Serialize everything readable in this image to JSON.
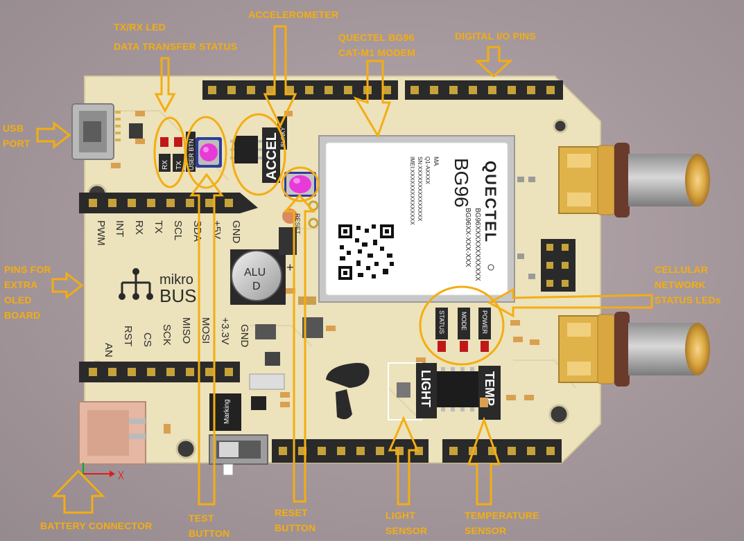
{
  "labels": {
    "usb_port": [
      "USB",
      "PORT"
    ],
    "txrx": [
      "TX/RX LED",
      "DATA TRANSFER STATUS"
    ],
    "accelerometer": "ACCELEROMETER",
    "modem": [
      "QUECTEL BG96",
      "CAT-M1 MODEM"
    ],
    "digital_io": "DIGITAL I/O PINS",
    "pins_extra": [
      "PINS FOR",
      "EXTRA",
      "OLED",
      "BOARD"
    ],
    "cellular": [
      "CELLULAR",
      "NETWORK",
      "STATUS LEDs"
    ],
    "battery": "BATTERY CONNECTOR",
    "test_button": [
      "TEST",
      "BUTTON"
    ],
    "reset_button": [
      "RESET",
      "BUTTON"
    ],
    "light_sensor": [
      "LIGHT",
      "SENSOR"
    ],
    "temp_sensor": [
      "TEMPERATURE",
      "SENSOR"
    ]
  },
  "silkscreen": {
    "rx": "RX",
    "tx": "TX",
    "user_btn": "USER BTN",
    "accel": "ACCEL",
    "blinky": "BLINKY",
    "reset": "RESET",
    "top_header_pins": [
      "PWM",
      "INT",
      "RX",
      "TX",
      "SCL",
      "SDA",
      "+5V",
      "GND"
    ],
    "bottom_header_pins": [
      "AN",
      "RST",
      "CS",
      "SCK",
      "MISO",
      "MOSI",
      "+3.3V",
      "GND"
    ],
    "mikro": "mikro",
    "bus": "BUS",
    "alu": "ALU",
    "alu_d": "D",
    "status": "STATUS",
    "mode": "MODE",
    "power": "POWER",
    "light": "LIGHT",
    "temp": "TEMP",
    "marking": "Marking"
  },
  "modem_chip": {
    "brand": "QUECTEL",
    "model": "BG96",
    "line1": "BG96XX-XXX-XXX",
    "line2": "BG96XXXXXXXXXXXX",
    "ma": "MA",
    "lines": [
      "Q1-AXXXX",
      "SN:XXXXXXXXXXXXXXX",
      "IMEI:XXXXXXXXXXXXXXX"
    ]
  },
  "colors": {
    "label": "#f4ad12",
    "board": "#ece2bb",
    "header": "#2a2a2a",
    "pin_gold": "#c7a23a",
    "button": "#e83ad8"
  }
}
